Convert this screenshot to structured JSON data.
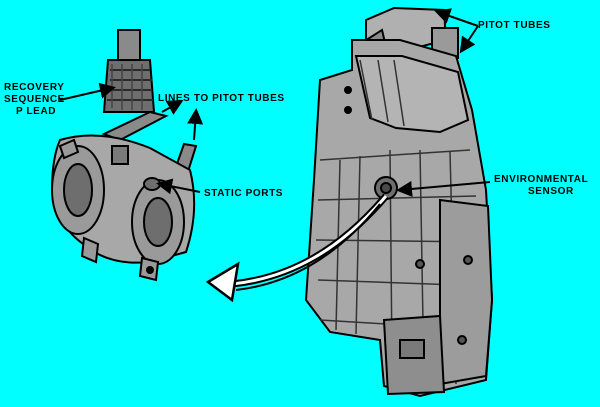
{
  "labels": {
    "pitot_tubes": "PITOT TUBES",
    "recovery_line1": "RECOVERY",
    "recovery_line2": "SEQUENCE",
    "recovery_line3": "P LEAD",
    "lines_to_pitot": "LINES TO PITOT TUBES",
    "static_ports": "STATIC PORTS",
    "env_line1": "ENVIRONMENTAL",
    "env_line2": "SENSOR"
  },
  "colors": {
    "background": "#00ffff",
    "metal": "#a8a8a8",
    "metal_dark": "#6e6e6e",
    "ink": "#000000"
  }
}
